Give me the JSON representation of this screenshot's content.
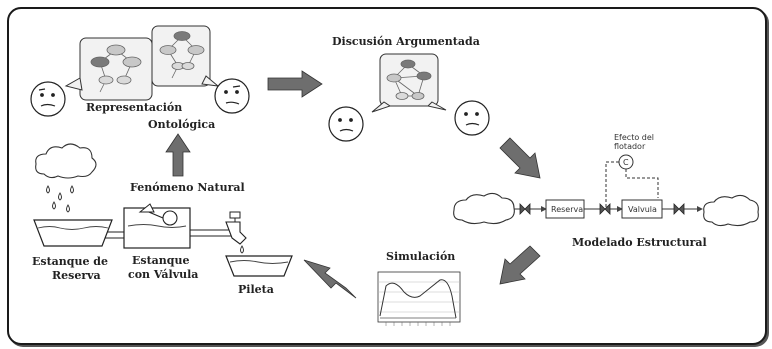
{
  "labels": {
    "discusion": "Discusión Argumentada",
    "representacion": "Representación",
    "ontologica": "Ontológica",
    "fenomeno": "Fenómeno Natural",
    "estanque_reserva_1": "Estanque de",
    "estanque_reserva_2": "Reserva",
    "estanque_valvula_1": "Estanque",
    "estanque_valvula_2": "con Válvula",
    "pileta": "Pileta",
    "simulacion": "Simulación",
    "modelado": "Modelado Estructural",
    "efecto_1": "Efecto del",
    "efecto_2": "flotador",
    "c_symbol": "C",
    "reserva_box": "Reserva",
    "valvula_box": "Valvula"
  },
  "colors": {
    "arrow": "#6e6e6e",
    "frame": "#1a1a1a",
    "bubble_fill": "#f2f2f2",
    "node_dark": "#7a7a7a",
    "node_light": "#c8c8c8"
  },
  "icons": {
    "faces": "thinking-face-icon",
    "cloud": "cloud-icon",
    "valve": "valve-icon",
    "faucet": "faucet-icon"
  }
}
